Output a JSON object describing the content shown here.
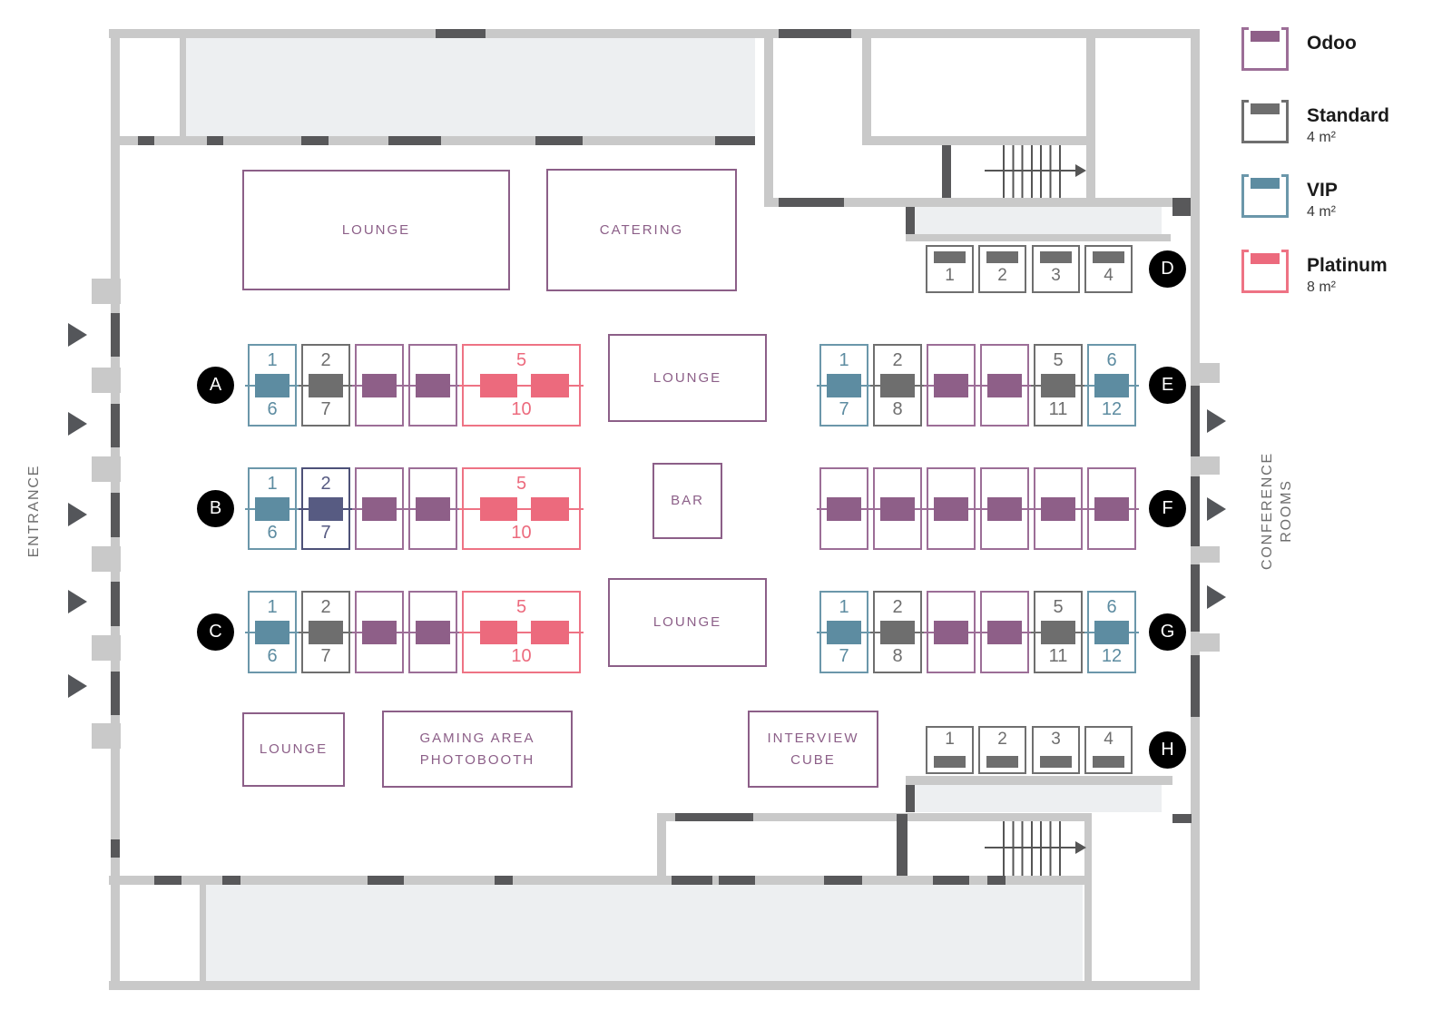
{
  "legend": {
    "items": [
      {
        "name": "Odoo",
        "size": ""
      },
      {
        "name": "Standard",
        "size": "4 m²"
      },
      {
        "name": "VIP",
        "size": "4 m²"
      },
      {
        "name": "Platinum",
        "size": "8 m²"
      }
    ]
  },
  "side_labels": {
    "entrance": "ENTRANCE",
    "conference_rooms": "CONFERENCE\nROOMS"
  },
  "areas": {
    "lounge_top": "LOUNGE",
    "catering": "CATERING",
    "lounge_mid_top": "LOUNGE",
    "bar": "BAR",
    "lounge_mid_bottom": "LOUNGE",
    "lounge_bottom": "LOUNGE",
    "gaming": "GAMING AREA\nPHOTOBOOTH",
    "interview": "INTERVIEW\nCUBE"
  },
  "booth_rows": [
    {
      "letter": "A",
      "layout": "main",
      "side": "left",
      "booths": [
        {
          "category": "vip",
          "top": "1",
          "bottom": "6"
        },
        {
          "category": "standard",
          "top": "2",
          "bottom": "7"
        },
        {
          "category": "odoo"
        },
        {
          "category": "odoo"
        },
        {
          "category": "platinum",
          "top": "5",
          "bottom": "10",
          "wide": true
        }
      ]
    },
    {
      "letter": "B",
      "layout": "main",
      "side": "left",
      "booths": [
        {
          "category": "vip",
          "top": "1",
          "bottom": "6"
        },
        {
          "category": "dark",
          "top": "2",
          "bottom": "7"
        },
        {
          "category": "odoo"
        },
        {
          "category": "odoo"
        },
        {
          "category": "platinum",
          "top": "5",
          "bottom": "10",
          "wide": true
        }
      ]
    },
    {
      "letter": "C",
      "layout": "main",
      "side": "left",
      "booths": [
        {
          "category": "vip",
          "top": "1",
          "bottom": "6"
        },
        {
          "category": "standard",
          "top": "2",
          "bottom": "7"
        },
        {
          "category": "odoo"
        },
        {
          "category": "odoo"
        },
        {
          "category": "platinum",
          "top": "5",
          "bottom": "10",
          "wide": true
        }
      ]
    },
    {
      "letter": "D",
      "layout": "small",
      "bar": "top",
      "booths": [
        {
          "category": "standard",
          "label": "1"
        },
        {
          "category": "standard",
          "label": "2"
        },
        {
          "category": "standard",
          "label": "3"
        },
        {
          "category": "standard",
          "label": "4"
        }
      ]
    },
    {
      "letter": "E",
      "layout": "main",
      "side": "right",
      "booths": [
        {
          "category": "vip",
          "top": "1",
          "bottom": "7"
        },
        {
          "category": "standard",
          "top": "2",
          "bottom": "8"
        },
        {
          "category": "odoo"
        },
        {
          "category": "odoo"
        },
        {
          "category": "standard",
          "top": "5",
          "bottom": "11"
        },
        {
          "category": "vip",
          "top": "6",
          "bottom": "12"
        }
      ]
    },
    {
      "letter": "F",
      "layout": "main",
      "side": "right",
      "booths": [
        {
          "category": "odoo"
        },
        {
          "category": "odoo"
        },
        {
          "category": "odoo"
        },
        {
          "category": "odoo"
        },
        {
          "category": "odoo"
        },
        {
          "category": "odoo"
        }
      ]
    },
    {
      "letter": "G",
      "layout": "main",
      "side": "right",
      "booths": [
        {
          "category": "vip",
          "top": "1",
          "bottom": "7"
        },
        {
          "category": "standard",
          "top": "2",
          "bottom": "8"
        },
        {
          "category": "odoo"
        },
        {
          "category": "odoo"
        },
        {
          "category": "standard",
          "top": "5",
          "bottom": "11"
        },
        {
          "category": "vip",
          "top": "6",
          "bottom": "12"
        }
      ]
    },
    {
      "letter": "H",
      "layout": "small",
      "bar": "bottom",
      "booths": [
        {
          "category": "standard",
          "label": "1"
        },
        {
          "category": "standard",
          "label": "2"
        },
        {
          "category": "standard",
          "label": "3"
        },
        {
          "category": "standard",
          "label": "4"
        }
      ]
    }
  ],
  "colors": {
    "odoo": "#8e5f88",
    "standard": "#6e6e6e",
    "vip": "#5d8ca1",
    "platinum": "#ec6a7d",
    "dark": "#575b82",
    "wall": "#c9c9c9",
    "door_segment": "#58585a",
    "room_fill": "#edeff1",
    "area_label": "#8c5f88"
  }
}
